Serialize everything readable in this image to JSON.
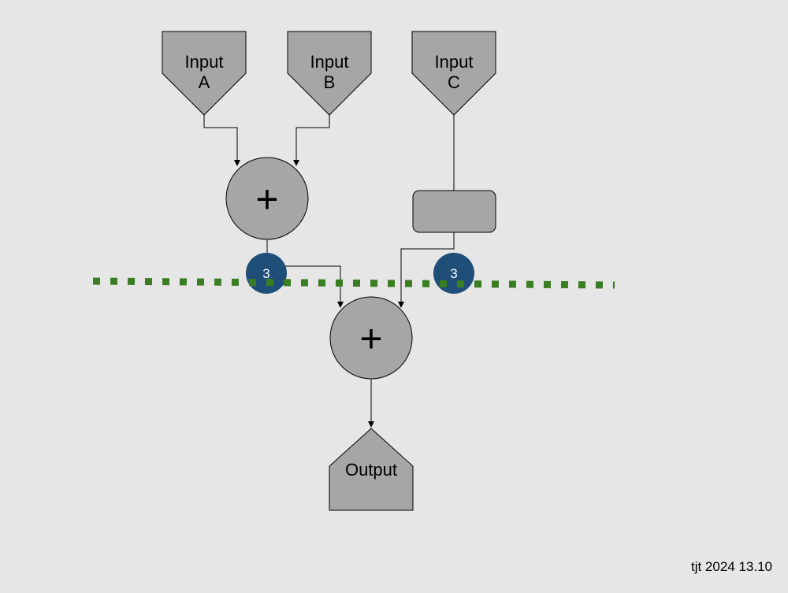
{
  "inputs": {
    "a": {
      "line1": "Input",
      "line2": "A"
    },
    "b": {
      "line1": "Input",
      "line2": "B"
    },
    "c": {
      "line1": "Input",
      "line2": "C"
    }
  },
  "adders": {
    "first": {
      "symbol": "+"
    },
    "second": {
      "symbol": "+"
    }
  },
  "delay_block": {
    "label": ""
  },
  "delay_badges": {
    "left": {
      "count": "3"
    },
    "right": {
      "count": "3"
    }
  },
  "output": {
    "label": "Output"
  },
  "footer": {
    "text": "tjt 2024 13.10"
  },
  "colors": {
    "background": "#e6e6e6",
    "node_fill": "#a6a6a6",
    "badge_fill": "#1f4e79",
    "cut_line": "#3a7d22",
    "stroke": "#000000"
  }
}
